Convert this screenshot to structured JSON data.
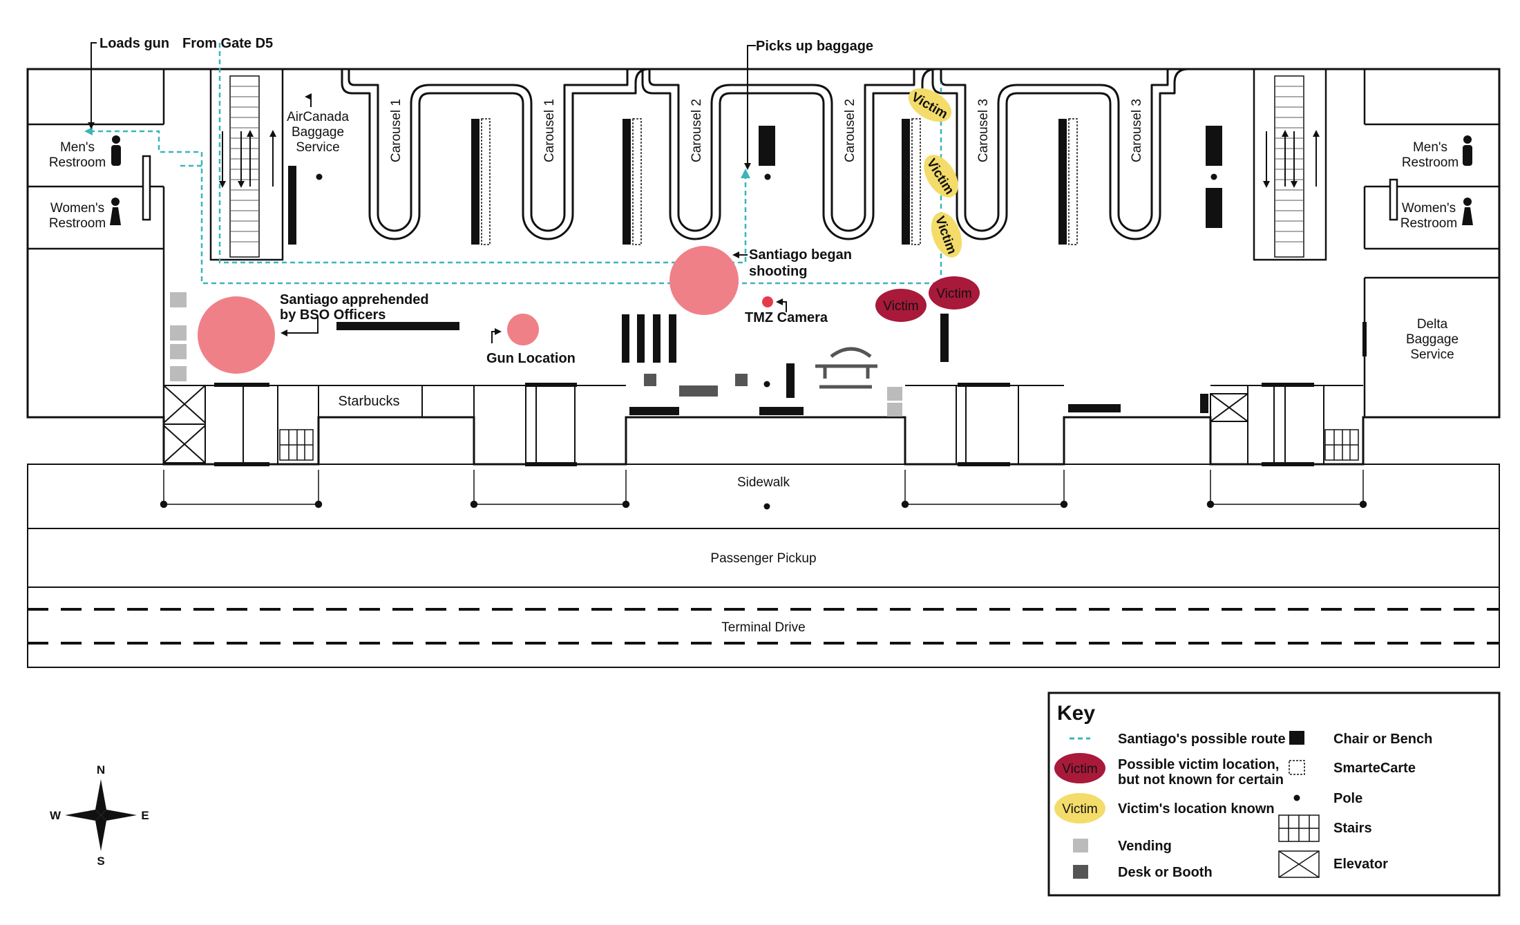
{
  "annotations": {
    "loads_gun": "Loads gun",
    "from_gate": "From Gate D5",
    "picks_up": "Picks up baggage",
    "began_1": "Santiago began",
    "began_2": "shooting",
    "apprehended_1": "Santiago apprehended",
    "apprehended_2": "by BSO Officers",
    "gun_location": "Gun Location",
    "tmz_camera": "TMZ Camera"
  },
  "rooms": {
    "mens_restroom_1": "Men's",
    "mens_restroom_2": "Restroom",
    "womens_restroom_1": "Women's",
    "womens_restroom_2": "Restroom",
    "aircanada_1": "AirCanada",
    "aircanada_2": "Baggage",
    "aircanada_3": "Service",
    "delta_1": "Delta",
    "delta_2": "Baggage",
    "delta_3": "Service",
    "starbucks": "Starbucks"
  },
  "carousels": [
    "Carousel 1",
    "Carousel 1",
    "Carousel 2",
    "Carousel 2",
    "Carousel 3",
    "Carousel 3"
  ],
  "streets": {
    "sidewalk": "Sidewalk",
    "pickup": "Passenger Pickup",
    "terminal_drive": "Terminal Drive"
  },
  "victim_label": "Victim",
  "compass": {
    "n": "N",
    "s": "S",
    "e": "E",
    "w": "W"
  },
  "legend": {
    "title": "Key",
    "route": "Santiago's possible route",
    "possible_1": "Possible victim location,",
    "possible_2": "but not known for certain",
    "known": "Victim's location known",
    "vending": "Vending",
    "desk": "Desk or Booth",
    "chair": "Chair or Bench",
    "smartecarte": "SmarteCarte",
    "pole": "Pole",
    "stairs": "Stairs",
    "elevator": "Elevator"
  },
  "colors": {
    "route": "#3ab5b8",
    "shooting_circle": "#f08088",
    "victim_possible": "#a8193a",
    "victim_known": "#f4dc6a",
    "vending": "#bbbbbb",
    "desk": "#555555"
  }
}
